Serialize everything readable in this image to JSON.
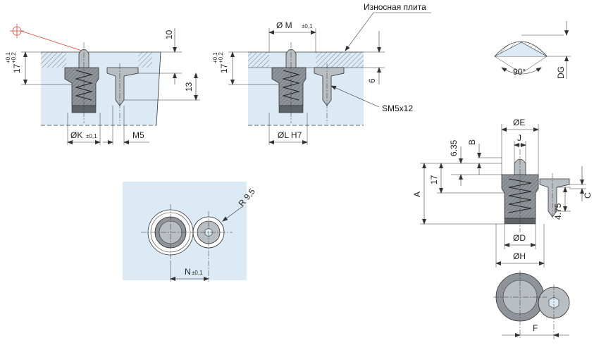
{
  "labels": {
    "wear_plate": "Износная плита",
    "thread_small": "SM5x12",
    "dim_10": "10",
    "dim_13": "13",
    "dim_6": "6",
    "dim_17": "17",
    "tol_plus": "+0,1",
    "tol_plus2": "+0,2",
    "dim_K": "ØK",
    "tol_pm": "±0,1",
    "dim_M5": "M5",
    "dim_M": "Ø M",
    "dim_L": "ØL H7",
    "dim_R": "R 9,5",
    "dim_N": "N",
    "dim_90": "90°",
    "dim_DG": "DG",
    "dim_E": "ØE",
    "dim_J": "J",
    "dim_635": "6.35",
    "dim_B": "B",
    "dim_A": "A",
    "dim_C": "C",
    "dim_475": "4.75",
    "dim_D": "ØD",
    "dim_H": "ØH",
    "dim_F": "F"
  },
  "colors": {
    "plate_fill": "#dbeaf5",
    "metal_fill": "#8e9499",
    "metal_light": "#b9bec2",
    "dark_fill": "#5d6366",
    "line": "#333333",
    "leader_red": "#e0402c"
  }
}
